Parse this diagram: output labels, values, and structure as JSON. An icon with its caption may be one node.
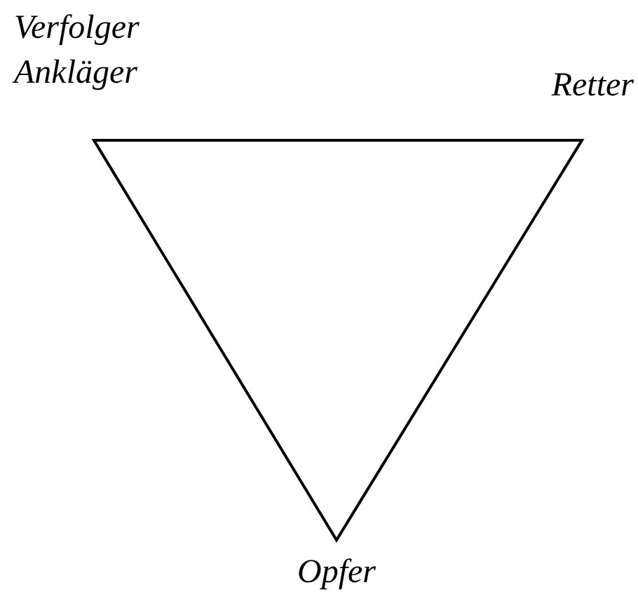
{
  "diagram": {
    "labels": [
      "Verfolger Ankläger",
      "Retter",
      "Opfer"
    ]
  }
}
